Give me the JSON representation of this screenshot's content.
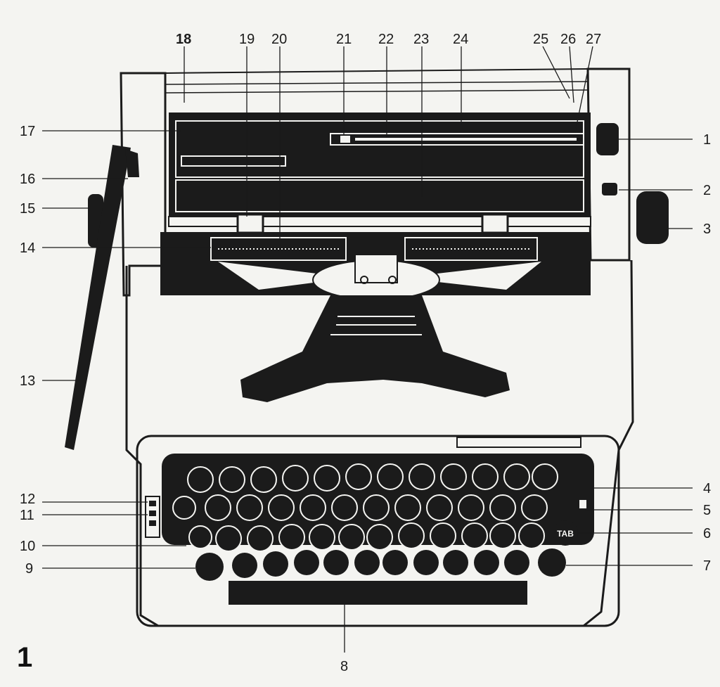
{
  "figure": {
    "number": "1",
    "subject": "typewriter-top-view",
    "colors": {
      "ink": "#1b1b1b",
      "paper": "#f4f4f1"
    }
  },
  "tab_key_label": "TAB",
  "callouts": {
    "c1": "1",
    "c2": "2",
    "c3": "3",
    "c4": "4",
    "c5": "5",
    "c6": "6",
    "c7": "7",
    "c8": "8",
    "c9": "9",
    "c10": "10",
    "c11": "11",
    "c12": "12",
    "c13": "13",
    "c14": "14",
    "c15": "15",
    "c16": "16",
    "c17": "17",
    "c18": "18",
    "c19": "19",
    "c20": "20",
    "c21": "21",
    "c22": "22",
    "c23": "23",
    "c24": "24",
    "c25": "25",
    "c26": "26",
    "c27": "27"
  }
}
